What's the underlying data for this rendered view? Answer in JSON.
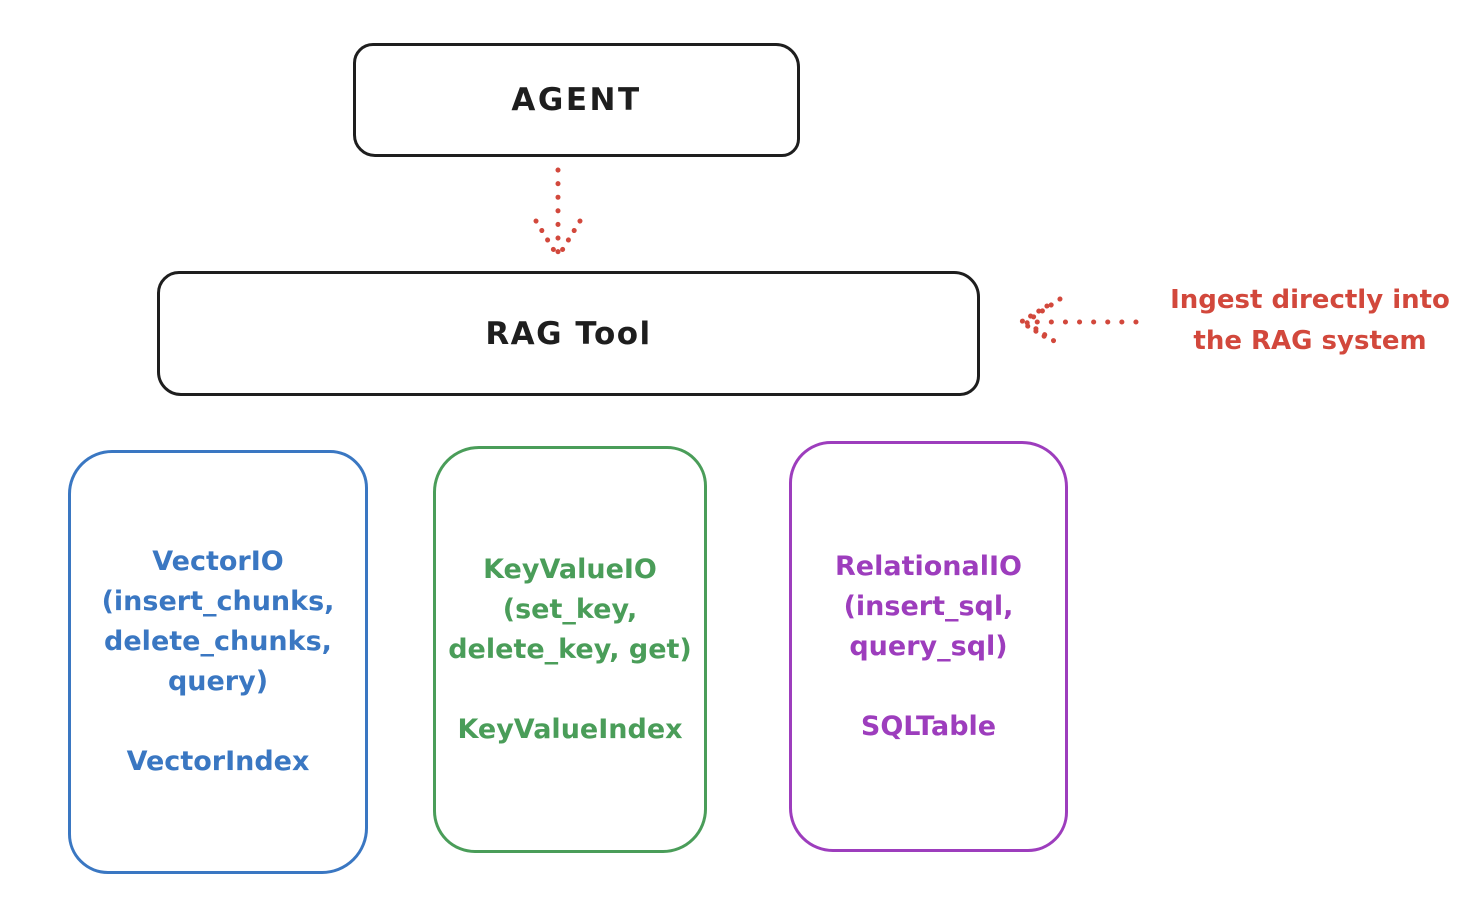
{
  "agent_box": {
    "label": "AGENT"
  },
  "rag_tool_box": {
    "label": "RAG Tool"
  },
  "arrows": {
    "agent_to_rag": {
      "style": "dotted",
      "direction": "down",
      "color": "#d2483c"
    },
    "annotation_to_rag": {
      "style": "dotted",
      "direction": "left",
      "color": "#d2483c"
    }
  },
  "annotation": {
    "line1": "Ingest directly into",
    "line2": "the RAG system",
    "color": "#d2483c"
  },
  "storage_boxes": [
    {
      "name": "vector-io",
      "color": "#3a77c2",
      "lines": [
        "VectorIO",
        "(insert_chunks,",
        "delete_chunks,",
        "query)"
      ],
      "index_label": "VectorIndex"
    },
    {
      "name": "key-value-io",
      "color": "#4a9d59",
      "lines": [
        "KeyValueIO",
        "(set_key,",
        "delete_key, get)"
      ],
      "index_label": "KeyValueIndex"
    },
    {
      "name": "relational-io",
      "color": "#9d3dbd",
      "lines": [
        "RelationalIO",
        "(insert_sql,",
        "query_sql)"
      ],
      "index_label": "SQLTable"
    }
  ]
}
